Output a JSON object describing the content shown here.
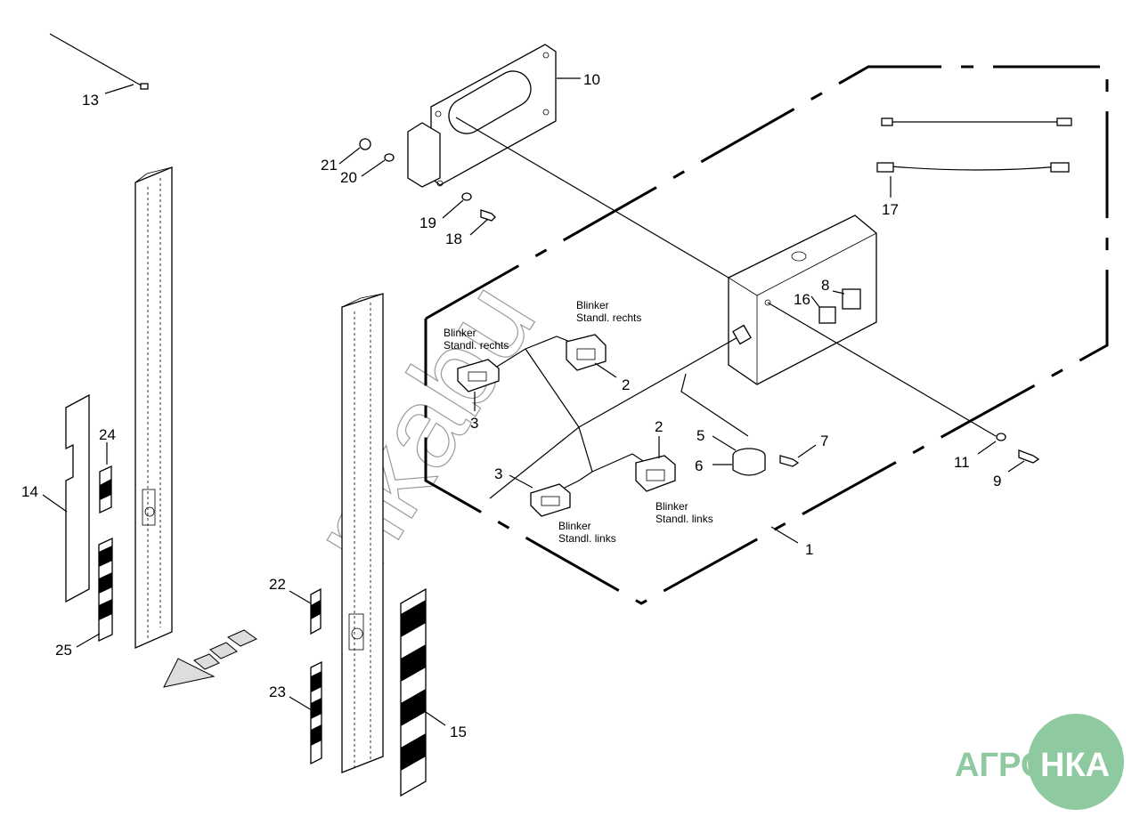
{
  "callouts": {
    "n1": "1",
    "n2a": "2",
    "n2b": "2",
    "n3a": "3",
    "n3b": "3",
    "n5": "5",
    "n6": "6",
    "n7": "7",
    "n8": "8",
    "n9": "9",
    "n10": "10",
    "n11": "11",
    "n13": "13",
    "n14": "14",
    "n15": "15",
    "n16": "16",
    "n17": "17",
    "n18": "18",
    "n19": "19",
    "n20": "20",
    "n21": "21",
    "n22": "22",
    "n23": "23",
    "n24": "24",
    "n25": "25"
  },
  "labels": {
    "blinker_rechts_1_l1": "Blinker",
    "blinker_rechts_1_l2": "Standl. rechts",
    "blinker_rechts_2_l1": "Blinker",
    "blinker_rechts_2_l2": "Standl. rechts",
    "blinker_links_1_l1": "Blinker",
    "blinker_links_1_l2": "Standl. links",
    "blinker_links_2_l1": "Blinker",
    "blinker_links_2_l2": "Standl. links"
  },
  "watermark": "nkabu",
  "logo": {
    "left_text": "АГРО",
    "right_text": "НКА",
    "color": "#8ec9a0"
  }
}
